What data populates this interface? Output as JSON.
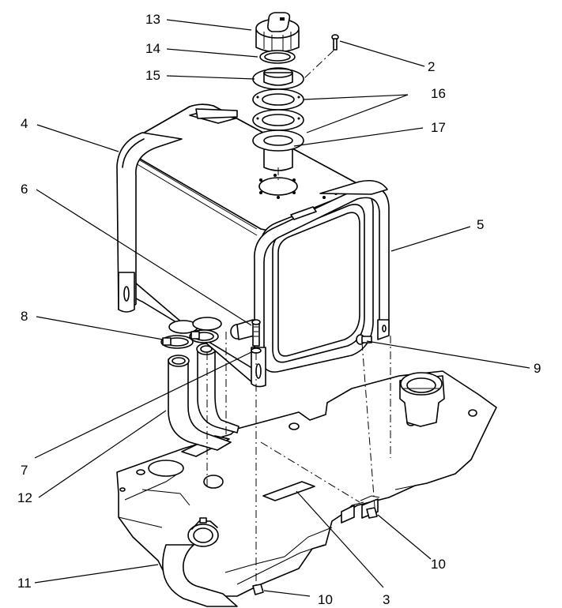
{
  "callouts": [
    {
      "id": "c13",
      "text": "13"
    },
    {
      "id": "c14",
      "text": "14"
    },
    {
      "id": "c15",
      "text": "15"
    },
    {
      "id": "c2",
      "text": "2"
    },
    {
      "id": "c16",
      "text": "16"
    },
    {
      "id": "c17",
      "text": "17"
    },
    {
      "id": "c4",
      "text": "4"
    },
    {
      "id": "c6",
      "text": "6"
    },
    {
      "id": "c5",
      "text": "5"
    },
    {
      "id": "c8",
      "text": "8"
    },
    {
      "id": "c9",
      "text": "9"
    },
    {
      "id": "c7",
      "text": "7"
    },
    {
      "id": "c12",
      "text": "12"
    },
    {
      "id": "c10a",
      "text": "10"
    },
    {
      "id": "c11",
      "text": "11"
    },
    {
      "id": "c10b",
      "text": "10"
    },
    {
      "id": "c3",
      "text": "3"
    }
  ]
}
